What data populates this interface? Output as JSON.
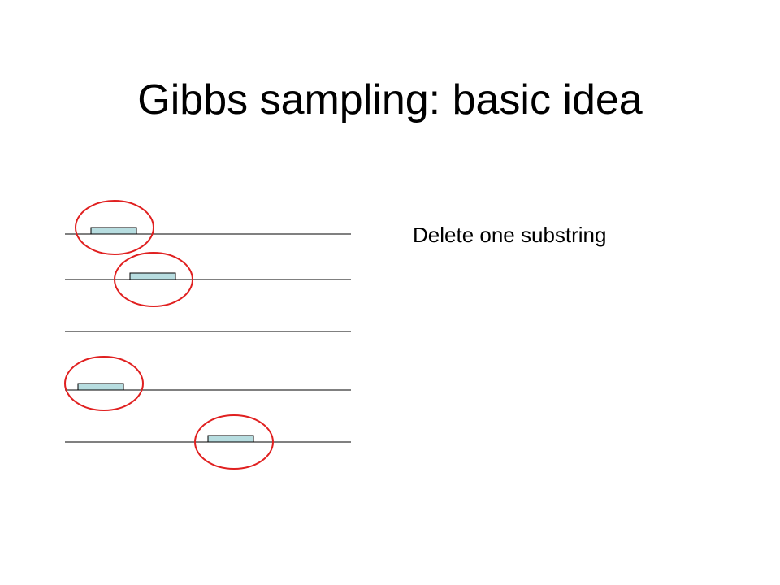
{
  "slide": {
    "title": "Gibbs sampling: basic idea",
    "caption": "Delete one substring"
  },
  "colors": {
    "line": "#000000",
    "substring_fill": "#B7DDE0",
    "substring_stroke": "#000000",
    "circle": "#E02020"
  },
  "sequences_count": 5,
  "substrings_count": 4,
  "circles_count": 4
}
